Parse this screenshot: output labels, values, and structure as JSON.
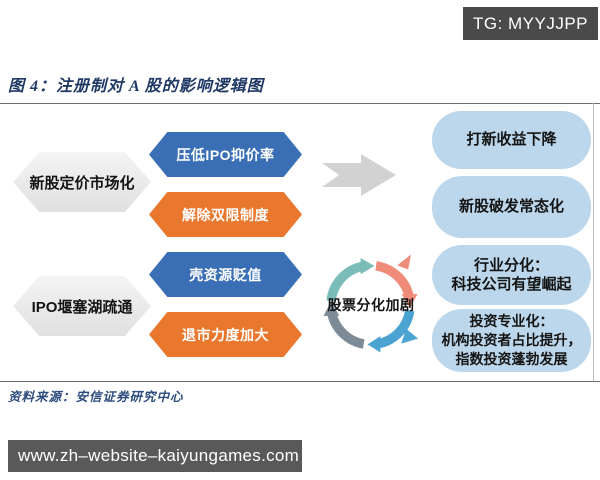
{
  "badge": {
    "text": "TG: MYYJJPP"
  },
  "figure": {
    "title": "图 4：注册制对 A 股的影响逻辑图",
    "source": "资料来源：安信证券研究中心"
  },
  "diagram": {
    "left_nodes": [
      {
        "label": "新股定价市场化"
      },
      {
        "label": "IPO堰塞湖疏通"
      }
    ],
    "mid_nodes": [
      {
        "label": "压低IPO抑价率",
        "color": "#3a6fb5"
      },
      {
        "label": "解除双限制度",
        "color": "#e9782e"
      },
      {
        "label": "壳资源贬值",
        "color": "#3a6fb5"
      },
      {
        "label": "退市力度加大",
        "color": "#e9782e"
      }
    ],
    "cycle": {
      "label": "股票分化加剧",
      "segment_colors": [
        "#79bcb8",
        "#ef8b79",
        "#4ba3d1",
        "#7d8b97"
      ]
    },
    "right_nodes": [
      {
        "lines": [
          "打新收益下降"
        ]
      },
      {
        "lines": [
          "新股破发常态化"
        ]
      },
      {
        "lines": [
          "行业分化：",
          "科技公司有望崛起"
        ]
      },
      {
        "lines": [
          "投资专业化：",
          "机构投资者占比提升，",
          "指数投资蓬勃发展"
        ]
      }
    ]
  },
  "footer": {
    "url": "www.zh–website–kaiyungames.com"
  },
  "palette": {
    "title_navy": "#1f3864",
    "hex_blue": "#3a6fb5",
    "hex_orange": "#e9782e",
    "pill_blue": "#bcd7eb",
    "node_gray": "#ececec",
    "arrow_gray": "#d2d2d2",
    "bar_gray": "#595959",
    "badge_gray": "#4a4a4a"
  }
}
